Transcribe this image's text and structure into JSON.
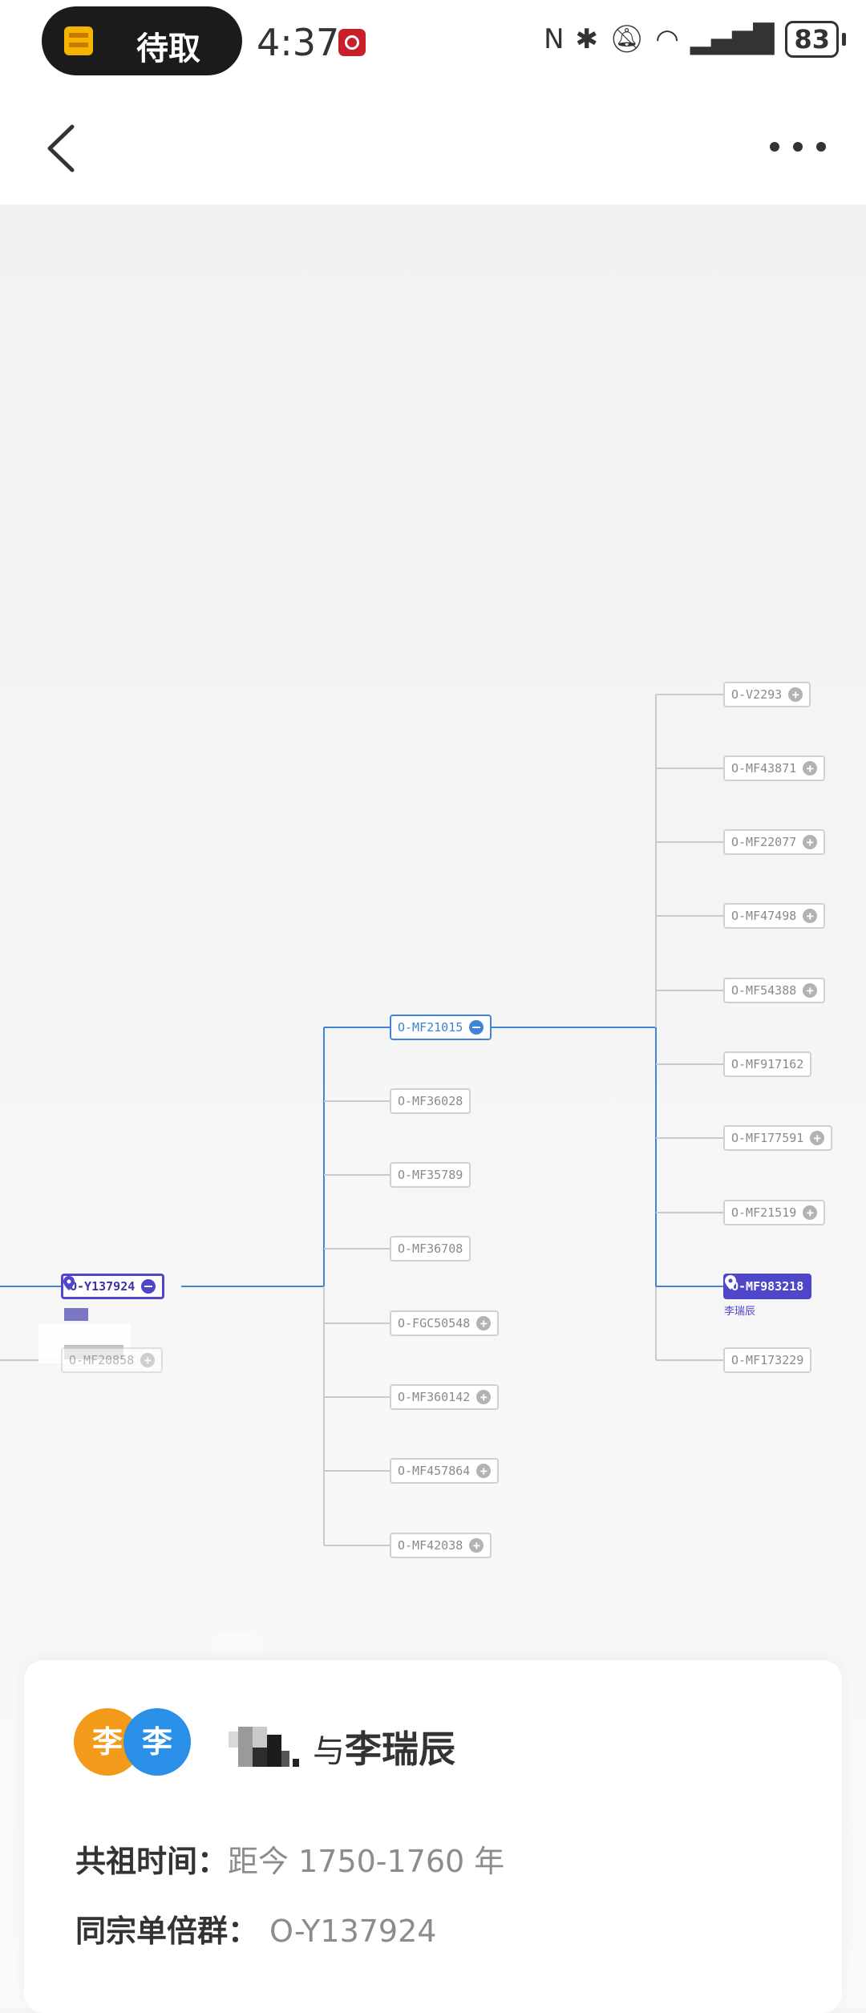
{
  "status_bar": {
    "pill_label": "待取",
    "time": "4:37",
    "battery": "83"
  },
  "tree": {
    "root": {
      "label": "O-Y137924"
    },
    "root_sibling": {
      "label": "O-MF20858"
    },
    "level2": [
      {
        "label": "O-MF21015",
        "state": "expanded"
      },
      {
        "label": "O-MF36028",
        "state": "leaf"
      },
      {
        "label": "O-MF35789",
        "state": "leaf"
      },
      {
        "label": "O-MF36708",
        "state": "leaf"
      },
      {
        "label": "O-FGC50548",
        "state": "collapsed"
      },
      {
        "label": "O-MF360142",
        "state": "collapsed"
      },
      {
        "label": "O-MF457864",
        "state": "collapsed"
      },
      {
        "label": "O-MF42038",
        "state": "collapsed"
      }
    ],
    "level3": [
      {
        "label": "O-V2293",
        "state": "collapsed"
      },
      {
        "label": "O-MF43871",
        "state": "collapsed"
      },
      {
        "label": "O-MF22077",
        "state": "collapsed"
      },
      {
        "label": "O-MF47498",
        "state": "collapsed"
      },
      {
        "label": "O-MF54388",
        "state": "collapsed"
      },
      {
        "label": "O-MF917162",
        "state": "leaf"
      },
      {
        "label": "O-MF177591",
        "state": "collapsed"
      },
      {
        "label": "O-MF21519",
        "state": "collapsed"
      },
      {
        "label": "O-MF983218",
        "state": "target",
        "sub": "李瑞辰"
      },
      {
        "label": "O-MF173229",
        "state": "leaf"
      }
    ]
  },
  "card": {
    "avatar1": "李",
    "avatar2": "李",
    "connector": "与",
    "name": "李瑞辰",
    "ancestor_label": "共祖时间：",
    "ancestor_value": "距今 1750-1760 年",
    "haplogroup_label": "同宗单倍群：",
    "haplogroup_value": "O-Y137924"
  },
  "colors": {
    "blue_line": "#3f84d8",
    "purple": "#4f46c9",
    "gray_line": "#c9c9cf"
  }
}
